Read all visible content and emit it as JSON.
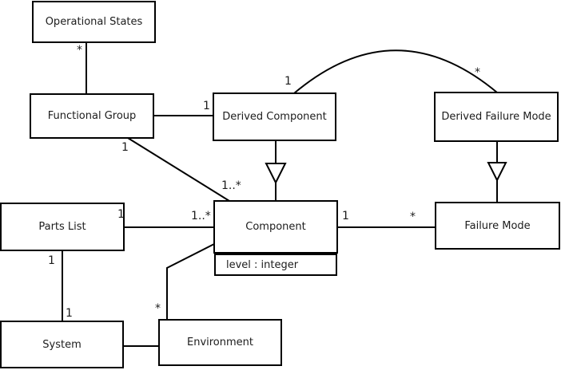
{
  "diagram": {
    "kind": "uml-class-diagram",
    "colors": {
      "stroke": "#000000",
      "box_fill": "#ffffff",
      "text": "#1c1c1c",
      "background": "#ffffff"
    },
    "classes": {
      "operational_states": {
        "name": "Operational States"
      },
      "functional_group": {
        "name": "Functional Group"
      },
      "derived_component": {
        "name": "Derived Component"
      },
      "derived_failure_mode": {
        "name": "Derived Failure Mode"
      },
      "parts_list": {
        "name": "Parts List"
      },
      "component": {
        "name": "Component",
        "attribute": "level : integer"
      },
      "failure_mode": {
        "name": "Failure Mode"
      },
      "system": {
        "name": "System"
      },
      "environment": {
        "name": "Environment"
      }
    },
    "multiplicities": {
      "operational_states_end": "*",
      "derived_component_left_end": "1",
      "functional_group_bottom_end": "1",
      "component_topleft_end": "1..*",
      "curve_derived_component_end": "1",
      "curve_derived_failure_mode_end": "*",
      "component_right_end": "1",
      "failure_mode_left_end": "*",
      "component_left_end": "1..*",
      "parts_list_right_end": "1",
      "parts_list_bottom_end": "1",
      "system_top_end": "1",
      "environment_top_end": "*"
    }
  }
}
